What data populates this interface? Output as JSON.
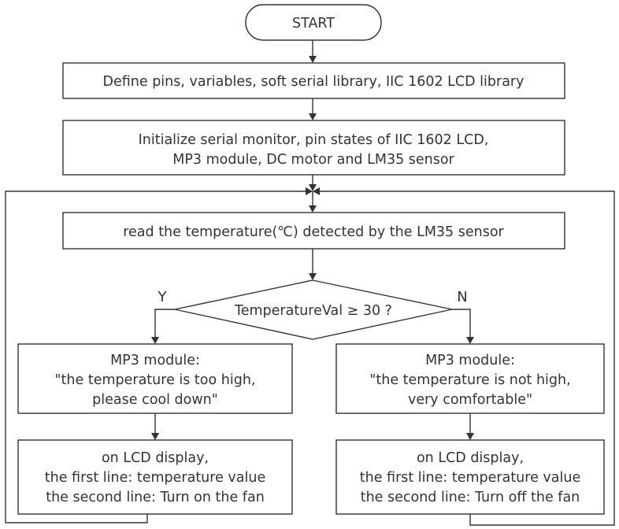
{
  "flowchart": {
    "start": "START",
    "define": "Define pins, variables, soft serial library, IIC 1602 LCD library",
    "init": {
      "line1": "Initialize serial monitor, pin states of IIC 1602 LCD,",
      "line2": "MP3 module, DC motor and LM35 sensor"
    },
    "read": "read the temperature(℃) detected by the LM35 sensor",
    "decision": "TemperatureVal ≥ 30 ?",
    "yes_label": "Y",
    "no_label": "N",
    "mp3_high": {
      "line1": "MP3 module:",
      "line2": "\"the temperature is too high,",
      "line3": "please cool down\""
    },
    "mp3_normal": {
      "line1": "MP3 module:",
      "line2": "\"the temperature is not high,",
      "line3": "very comfortable\""
    },
    "lcd_high": {
      "line1": "on LCD display,",
      "line2": "the first line: temperature value",
      "line3": "the second line: Turn on the fan"
    },
    "lcd_normal": {
      "line1": "on LCD display,",
      "line2": "the first line: temperature value",
      "line3": "the second line: Turn off the fan"
    }
  }
}
